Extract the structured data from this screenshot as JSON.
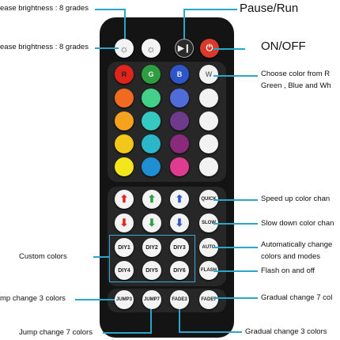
{
  "labels": {
    "top_left": "ease brightness : 8 grades",
    "mid_left": "ease brightness : 8 grades",
    "pause": "Pause/Run",
    "onoff": "ON/OFF",
    "choose_color": "Choose color from R\nGreen , Blue and Wh",
    "speed_up": "Speed up color chan",
    "slow_down": "Slow down color chan",
    "auto": "Automatically change\ncolors and modes",
    "flash": "Flash on and off",
    "custom": "Custom colors",
    "jump3": "mp change 3 colors",
    "jump7": "Jump change 7 colors",
    "fade7": "Gradual change 7 col",
    "fade3": "Gradual change 3 colors"
  },
  "buttons": {
    "R": "R",
    "G": "G",
    "B": "B",
    "W": "W",
    "quick": "QUICK",
    "slow": "SLOW",
    "auto": "AUTO",
    "flash": "FLASH",
    "diy1": "DIY1",
    "diy2": "DIY2",
    "diy3": "DIY3",
    "diy4": "DIY4",
    "diy5": "DIY5",
    "diy6": "DIY6",
    "jump3": "JUMP3",
    "jump7": "JUMP7",
    "fade3": "FADE3",
    "fade7": "FADE7"
  },
  "colors": {
    "accent": "#2aa6c9",
    "remote_body": "#141414",
    "panel": "#272727",
    "power": "#d93a2b",
    "row1": [
      "#e0251d",
      "#2f9e43",
      "#2f56c8"
    ],
    "grid_rows": [
      [
        "#f06a1f",
        "#43d18a",
        "#4f6cd8",
        "#f2f2f2"
      ],
      [
        "#f5a21e",
        "#35c9c2",
        "#6d3a8c",
        "#f2f2f2"
      ],
      [
        "#f3c61a",
        "#2bb6c9",
        "#8a2a7a",
        "#f2f2f2"
      ],
      [
        "#f2e61c",
        "#1f8fd3",
        "#e03c8f",
        "#f2f2f2"
      ]
    ]
  },
  "icons": {
    "brightness_up": "sun-icon",
    "brightness_down": "sun-icon",
    "pause": "play-pause-icon",
    "power": "power-icon"
  }
}
